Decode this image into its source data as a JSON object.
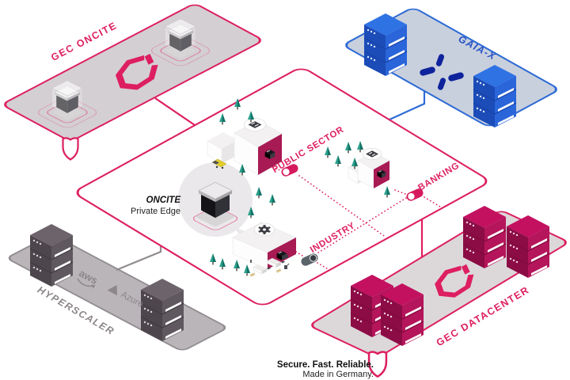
{
  "planes": {
    "gec_oncite": {
      "label": "GEC ONCITE"
    },
    "gaia_x": {
      "label": "GAIA-X"
    },
    "hyperscaler": {
      "label": "HYPERSCALER",
      "aws_label": "aws",
      "azure_label": "Azure"
    },
    "gec_datacenter": {
      "label": "GEC DATACENTER"
    }
  },
  "campus": {
    "public_sector": {
      "label": "PUBLIC SECTOR"
    },
    "banking": {
      "label": "BANKING"
    },
    "industry": {
      "label": "INDUSTRY"
    },
    "oncite_edge": {
      "title": "ONCITE",
      "subtitle": "Private Edge"
    }
  },
  "tagline": {
    "line1": "Secure. Fast. Reliable.",
    "line2": "Made in Germany."
  },
  "colors": {
    "magenta": "#dd1f61",
    "magenta_dark": "#a81a53",
    "blue": "#2e6bd6",
    "navy": "#0e239c",
    "gray": "#8d878b",
    "plane_gray": "#d4cfd2",
    "gaia_plane": "#c9d0dd",
    "hyperscaler_plane": "#b9b5b8",
    "datacenter_plane": "#dcd8da",
    "tree_green": "#2aa08c"
  }
}
